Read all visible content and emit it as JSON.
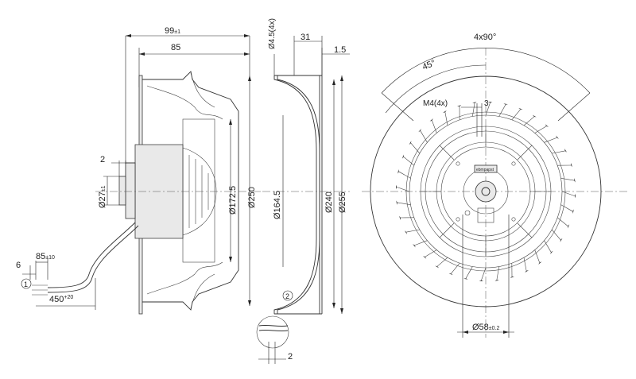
{
  "side_view": {
    "dim_depth_total": "99",
    "dim_depth_total_tol": "±1",
    "dim_depth_body": "85",
    "dim_flange": "2",
    "dim_shaft_dia": "Ø27",
    "dim_shaft_dia_tol": "±1",
    "dim_inner_dia": "Ø172.5",
    "dim_outer_dia": "Ø250",
    "dim_cable_end": "6",
    "dim_cable_strip": "85",
    "dim_cable_strip_tol": "±10",
    "dim_cable_length": "450",
    "dim_cable_length_tol": "+20",
    "callout_1": "1"
  },
  "nozzle_view": {
    "dim_holes": "Ø4.5(4x)",
    "dim_depth": "31",
    "dim_wall": "1.5",
    "dim_throat": "Ø164.5",
    "dim_outer_a": "Ø240",
    "dim_outer_b": "Ø255",
    "callout_2": "2",
    "dim_detail_gap": "2"
  },
  "front_view": {
    "dim_angle_4x": "4x90°",
    "dim_angle_45": "45°",
    "dim_thread": "M4(4x)",
    "dim_thread_depth": "3",
    "dim_hub_dia": "Ø58",
    "dim_hub_dia_tol": "±0.2",
    "label_brand": "ebmpapst"
  }
}
